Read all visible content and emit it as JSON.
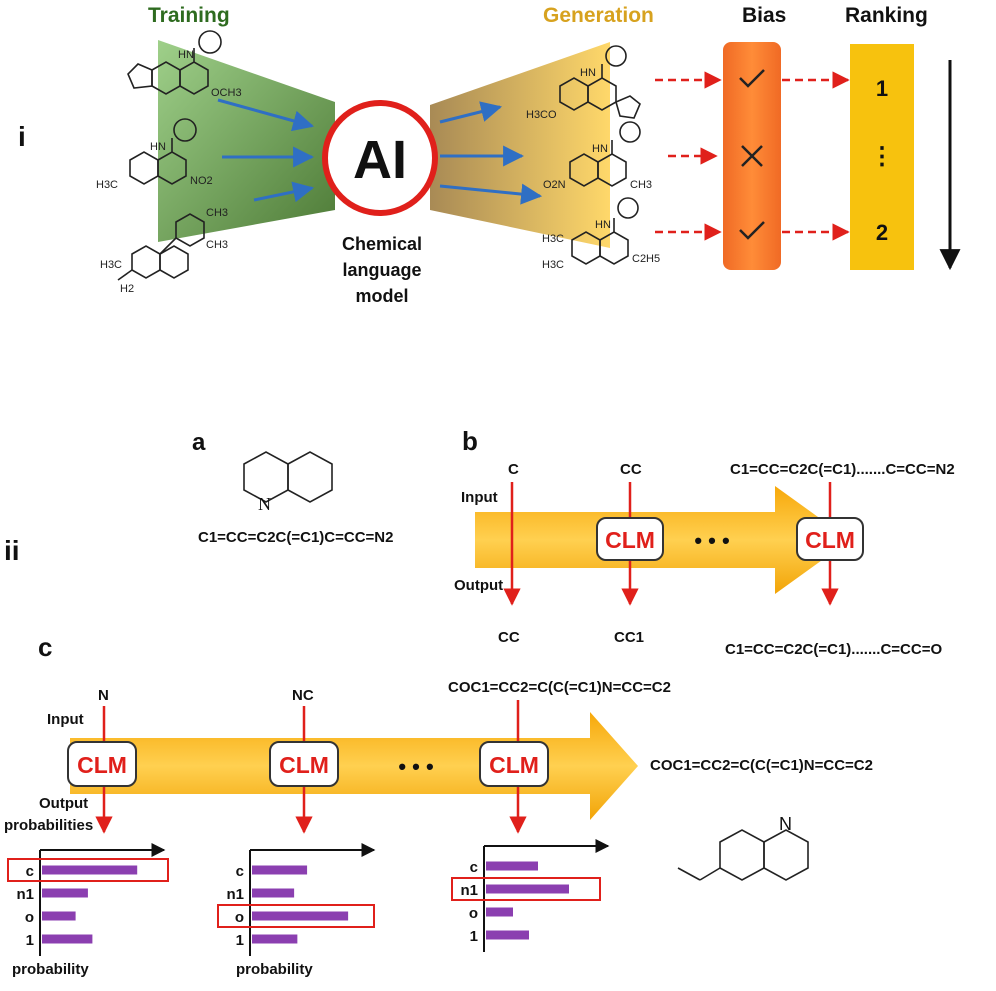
{
  "colors": {
    "training": "#2e6b1f",
    "generation": "#d7a21f",
    "red": "#e0201b",
    "blue": "#2f6fc4",
    "purple": "#8b3fb0",
    "orange": "#f47a23",
    "yellow": "#f7c20e"
  },
  "section_i": {
    "label": "i",
    "training": "Training",
    "generation": "Generation",
    "bias": "Bias",
    "ranking": "Ranking",
    "ai": "AI",
    "model_lines": [
      "Chemical",
      "language",
      "model"
    ],
    "bias_marks": [
      "check",
      "cross",
      "check"
    ],
    "ranks": [
      "1",
      "⋮",
      "2"
    ],
    "training_labels": [
      "HN",
      "OCH3",
      "HN",
      "H3C",
      "NO2",
      "CH3",
      "CH3",
      "H3C",
      "H2"
    ],
    "generation_labels": [
      "HN",
      "H3CO",
      "HN",
      "O2N",
      "CH3",
      "HN",
      "H3C",
      "H3C",
      "C2H5"
    ]
  },
  "section_ii": {
    "label": "ii",
    "a": {
      "label": "a",
      "atom": "N",
      "smiles": "C1=CC=C2C(=C1)C=CC=N2"
    },
    "b": {
      "label": "b",
      "input_label": "Input",
      "output_label": "Output",
      "inputs": [
        "C",
        "CC",
        "C1=CC=C2C(=C1).......C=CC=N2"
      ],
      "outputs": [
        "CC",
        "CC1",
        "C1=CC=C2C(=C1).......C=CC=O"
      ],
      "clm": "CLM",
      "dots": "• • •"
    },
    "c": {
      "label": "c",
      "input_label": "Input",
      "output_label_lines": [
        "Output",
        "probabilities"
      ],
      "inputs": [
        "N",
        "NC",
        "COC1=CC2=C(C(=C1)N=CC=C2"
      ],
      "result": "COC1=CC2=C(C(=C1)N=CC=C2",
      "atom": "N",
      "clm": "CLM",
      "dots": "• • •",
      "axis_label": "probability",
      "charts": [
        {
          "categories": [
            "c",
            "n1",
            "o",
            "1"
          ],
          "values": [
            0.85,
            0.41,
            0.3,
            0.45
          ],
          "selected": 0
        },
        {
          "categories": [
            "c",
            "n1",
            "o",
            "1"
          ],
          "values": [
            0.51,
            0.39,
            0.89,
            0.42
          ],
          "selected": 2
        },
        {
          "categories": [
            "c",
            "n1",
            "o",
            "1"
          ],
          "values": [
            0.52,
            0.83,
            0.27,
            0.43
          ],
          "selected": 1
        }
      ]
    }
  },
  "chart_data": [
    {
      "type": "bar",
      "title": "",
      "xlabel": "probability",
      "categories": [
        "c",
        "n1",
        "o",
        "1"
      ],
      "values": [
        0.85,
        0.41,
        0.3,
        0.45
      ]
    },
    {
      "type": "bar",
      "title": "",
      "xlabel": "probability",
      "categories": [
        "c",
        "n1",
        "o",
        "1"
      ],
      "values": [
        0.51,
        0.39,
        0.89,
        0.42
      ]
    },
    {
      "type": "bar",
      "title": "",
      "xlabel": "",
      "categories": [
        "c",
        "n1",
        "o",
        "1"
      ],
      "values": [
        0.52,
        0.83,
        0.27,
        0.43
      ]
    }
  ]
}
